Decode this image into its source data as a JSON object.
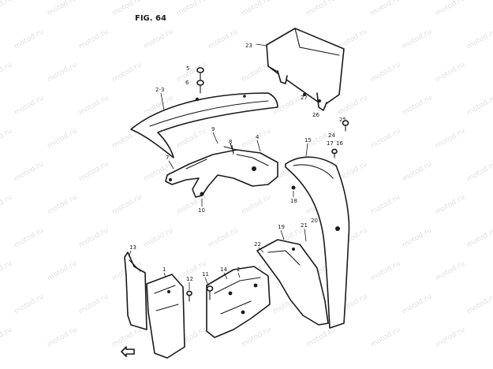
{
  "figure": {
    "title": "FIG. 64"
  },
  "watermark": "motod.ru",
  "callouts": {
    "n1": "1",
    "n2": "2",
    "n23": "2-3",
    "n4": "4",
    "n5": "5",
    "n6": "6",
    "n7": "7",
    "n8": "8",
    "n9": "9",
    "n10": "10",
    "n11": "11",
    "n12": "12",
    "n13": "13",
    "n14": "14",
    "n15": "15",
    "n16": "16",
    "n17": "17",
    "n18": "18",
    "n19": "19",
    "n20": "20",
    "n21": "21",
    "n22": "22",
    "n23b": "23",
    "n24": "24",
    "n25": "25",
    "n26": "26",
    "n27": "27"
  },
  "colors": {
    "line": "#1a1a1a",
    "background": "#ffffff",
    "watermark": "#c8c8c8"
  },
  "icons": {
    "direction_arrow": "arrow-left-icon"
  }
}
